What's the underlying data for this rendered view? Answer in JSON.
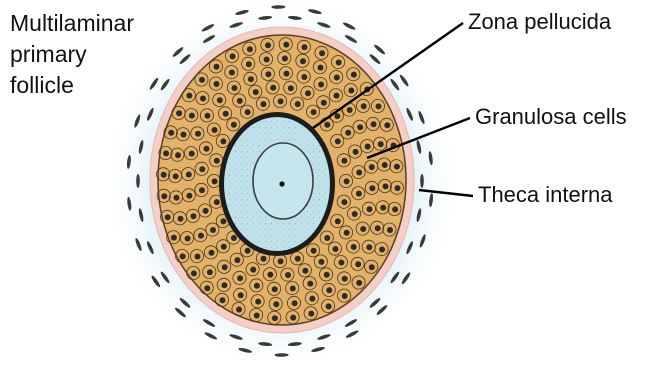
{
  "labels": {
    "title_lines": [
      "Multilaminar",
      "primary",
      "follicle"
    ],
    "zona_pellucida": "Zona pellucida",
    "granulosa_cells": "Granulosa cells",
    "theca_interna": "Theca interna"
  },
  "colors": {
    "halo": "#cfe9f2",
    "theca_band": "#f3cfc8",
    "granulosa_fill": "#e3b26a",
    "cell_outline": "#4a3418",
    "nucleus": "#2b2b2b",
    "zona_ring": "#1c1c1c",
    "oocyte_fill": "#bfe1ea",
    "oocyte_speckle": "#7fb6c6",
    "theca_cells": "#3a3a3a",
    "leader_lines": "#000000"
  }
}
